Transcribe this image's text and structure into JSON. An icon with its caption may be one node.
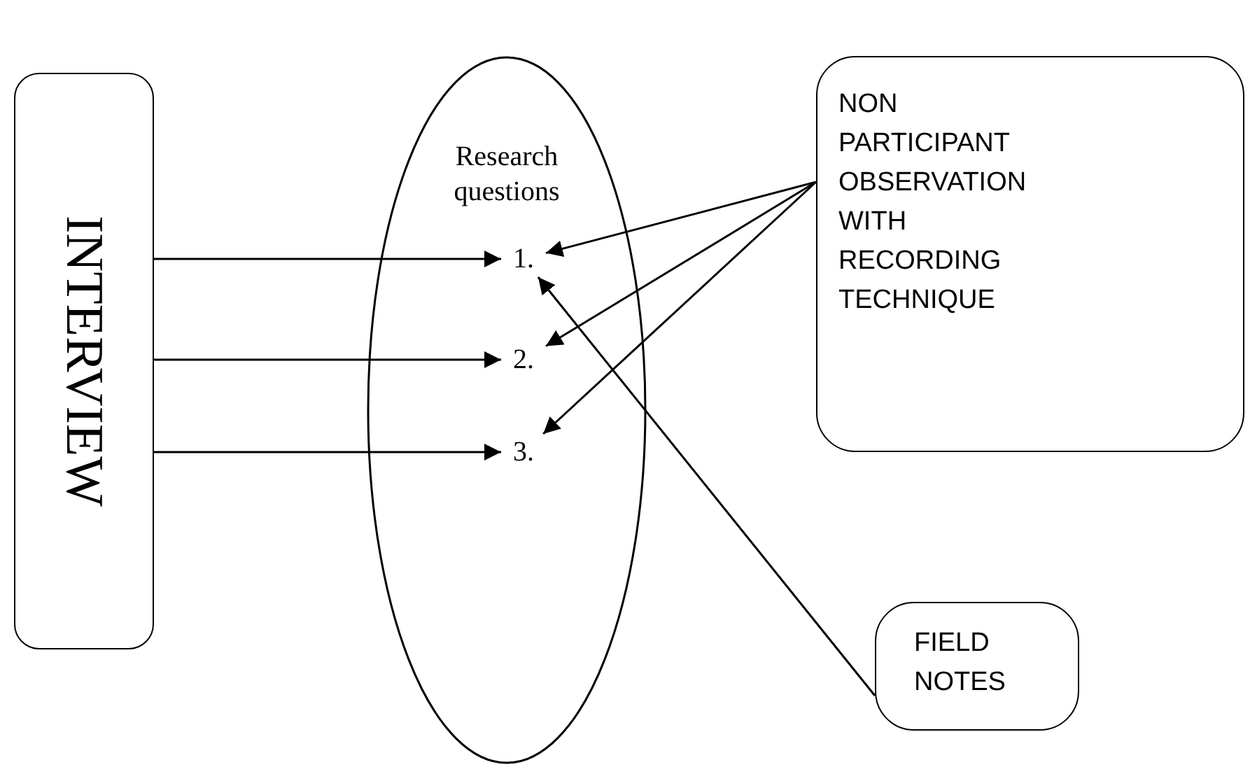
{
  "diagram": {
    "nodes": [
      {
        "text": [
          "INTERVIEW"
        ]
      },
      {
        "text": [
          "Research questions"
        ]
      },
      {
        "text": [
          "1."
        ],
        "in": 1
      },
      {
        "text": [
          "2."
        ],
        "in": 1
      },
      {
        "text": [
          "3."
        ],
        "in": 1
      },
      {
        "text": [
          "NON PARTICIPANT OBSERVATION WITH RECORDING TECHNIQUE"
        ]
      },
      {
        "text": [
          "FIELD NOTES"
        ]
      }
    ],
    "edges": [
      {
        "from": 0,
        "to": 2,
        "arrow": "to"
      },
      {
        "from": 0,
        "to": 3,
        "arrow": "to"
      },
      {
        "from": 0,
        "to": 4,
        "arrow": "to"
      },
      {
        "from": 5,
        "to": 2,
        "arrow": "to"
      },
      {
        "from": 5,
        "to": 3,
        "arrow": "to"
      },
      {
        "from": 5,
        "to": 4,
        "arrow": "to"
      },
      {
        "from": 6,
        "to": 2,
        "arrow": "to"
      }
    ]
  }
}
